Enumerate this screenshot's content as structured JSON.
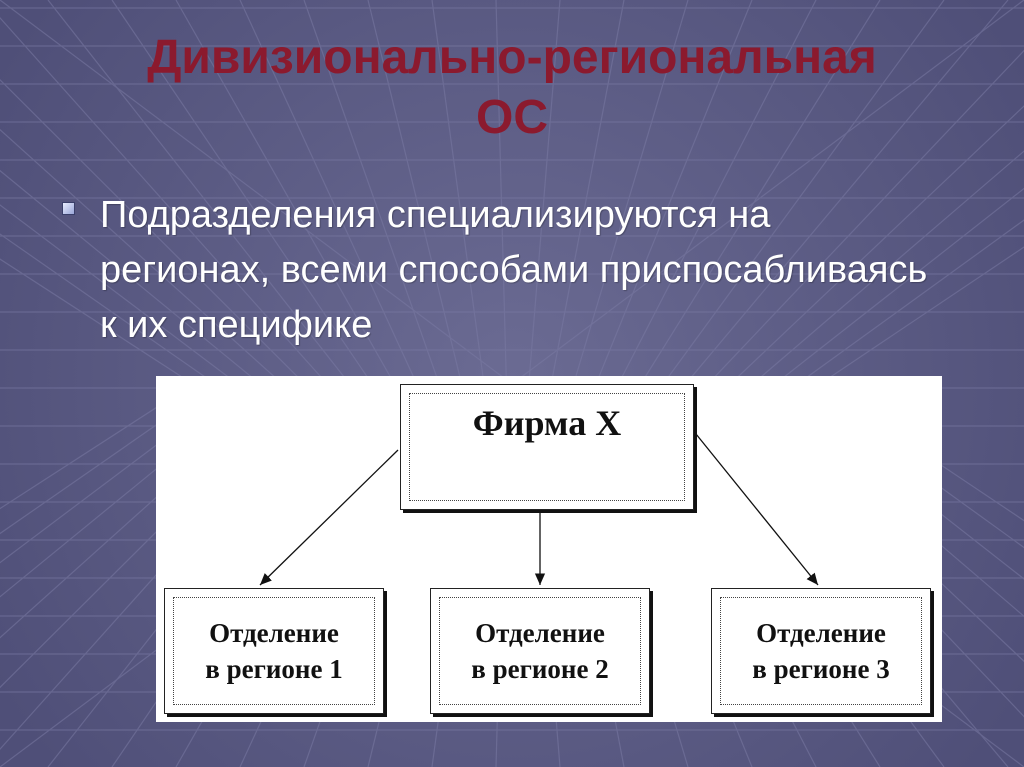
{
  "slide": {
    "title_line1": "Дивизионально-региональная",
    "title_line2": "ОС",
    "bullet_text": "Подразделения специализируются на регионах, всеми способами приспосабливаясь к их специфике",
    "title_color": "#8b1a2e",
    "background_color": "#5a5a82"
  },
  "diagram": {
    "root_label": "Фирма Х",
    "branches": [
      {
        "line1": "Отделение",
        "line2": "в регионе 1"
      },
      {
        "line1": "Отделение",
        "line2": "в регионе 2"
      },
      {
        "line1": "Отделение",
        "line2": "в регионе 3"
      }
    ]
  }
}
